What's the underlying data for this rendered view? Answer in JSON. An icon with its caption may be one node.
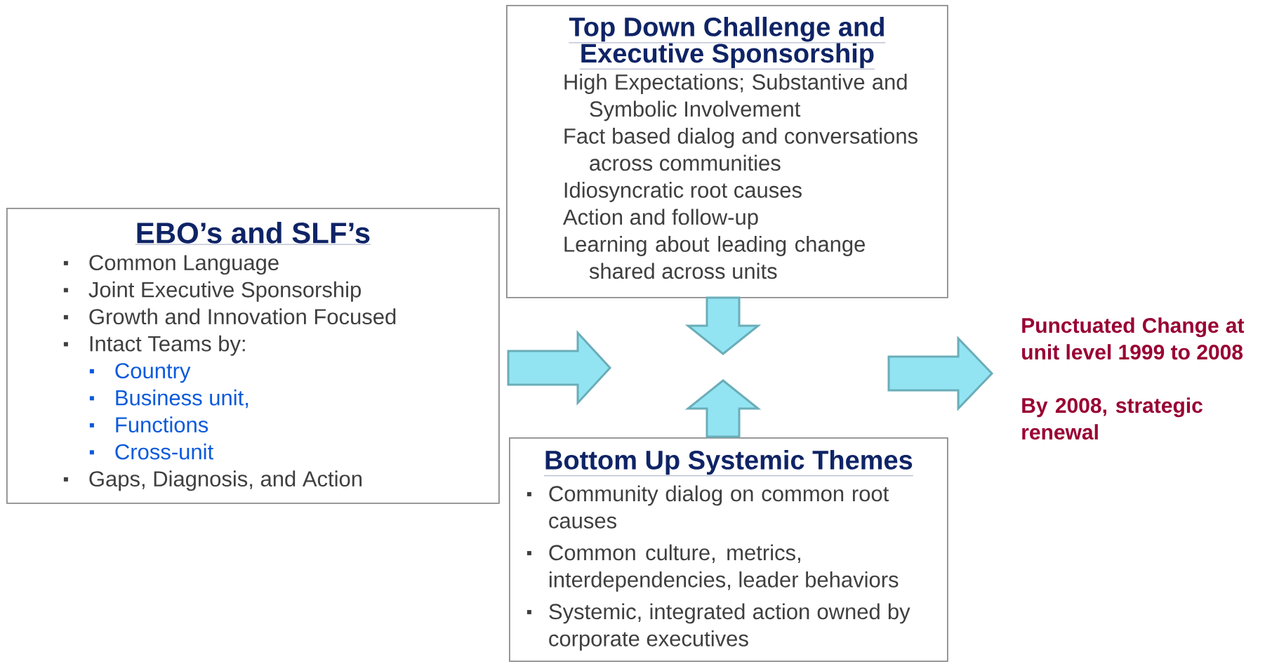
{
  "diagram": {
    "nodes": [
      {
        "text": [
          "EBO’s and SLF’s",
          "Common Language",
          "Joint Executive Sponsorship",
          "Growth and Innovation Focused",
          "Intact Teams by:",
          "Country",
          "Business unit,",
          "Functions",
          "Cross-unit",
          "Gaps, Diagnosis, and Action"
        ]
      },
      {
        "text": [
          "Top Down Challenge and Executive Sponsorship",
          "High Expectations; Substantive and Symbolic Involvement",
          "Fact based dialog and conversations across communities",
          "Idiosyncratic root causes",
          "Action and follow-up",
          "Learning about leading change shared across units"
        ]
      },
      {
        "text": [
          "Bottom Up Systemic Themes",
          "Community dialog on common root causes",
          "Common culture, metrics, interdependencies, leader behaviors",
          "Systemic, integrated action owned by corporate executives"
        ]
      },
      {
        "text": [
          "Punctuated Change at unit level 1999 to 2008",
          "By 2008, strategic renewal"
        ]
      }
    ],
    "edges": [
      {
        "from": 0,
        "to": null,
        "arrow": "to"
      },
      {
        "from": 1,
        "to": null,
        "arrow": "to"
      },
      {
        "from": 2,
        "to": null,
        "arrow": "to"
      },
      {
        "from": null,
        "to": 3,
        "arrow": "to"
      }
    ]
  }
}
